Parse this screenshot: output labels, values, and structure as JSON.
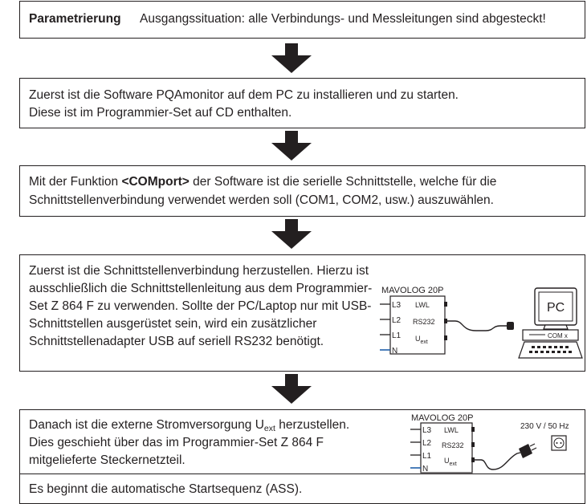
{
  "step1": {
    "title": "Parametrierung",
    "text": "Ausgangssituation: alle Verbindungs- und Messleitungen sind abgesteckt!"
  },
  "step2": {
    "line1": "Zuerst ist die Software PQAmonitor auf dem PC zu installieren und zu starten.",
    "line2": "Diese ist im Programmier-Set auf CD enthalten."
  },
  "step3": {
    "pre": "Mit der Funktion ",
    "keyword": "<COMport>",
    "post": " der Software ist die serielle Schnittstelle, welche für die",
    "line2": "Schnittstellenverbindung verwendet werden soll (COM1, COM2, usw.) auszuwählen."
  },
  "step4": {
    "lines": [
      "Zuerst ist die Schnittstellenverbindung herzustellen. Hierzu ist",
      "ausschließlich die Schnittstellenleitung aus dem Programmier-",
      "Set Z 864 F zu verwenden. Sollte der PC/Laptop nur mit USB-",
      "Schnittstellen ausgerüstet sein, wird ein zusätzlicher",
      "Schnittstellenadapter USB auf seriell RS232 benötigt."
    ],
    "device": {
      "name": "MAVOLOG 20P",
      "terminals": [
        "L3",
        "L2",
        "L1",
        "N"
      ],
      "ports": [
        "LWL",
        "RS232"
      ],
      "uext_main": "U",
      "uext_sub": "ext"
    },
    "pc": {
      "label": "PC",
      "com": "COM x"
    }
  },
  "step5": {
    "line1_pre": "Danach ist die externe Stromversorgung U",
    "line1_sub": "ext",
    "line1_post": " herzustellen.",
    "line2": "Dies geschieht über das im Programmier-Set Z 864 F",
    "line3": "mitgelieferte Steckernetzteil.",
    "device": {
      "name": "MAVOLOG 20P",
      "terminals": [
        "L3",
        "L2",
        "L1",
        "N"
      ],
      "ports": [
        "LWL",
        "RS232"
      ],
      "uext_main": "U",
      "uext_sub": "ext"
    },
    "supply": "230 V / 50 Hz"
  },
  "step6": {
    "text": "Es beginnt die automatische Startsequenz (ASS)."
  },
  "colors": {
    "ink": "#231f20",
    "neutral_blue": "#1f5fa8"
  }
}
